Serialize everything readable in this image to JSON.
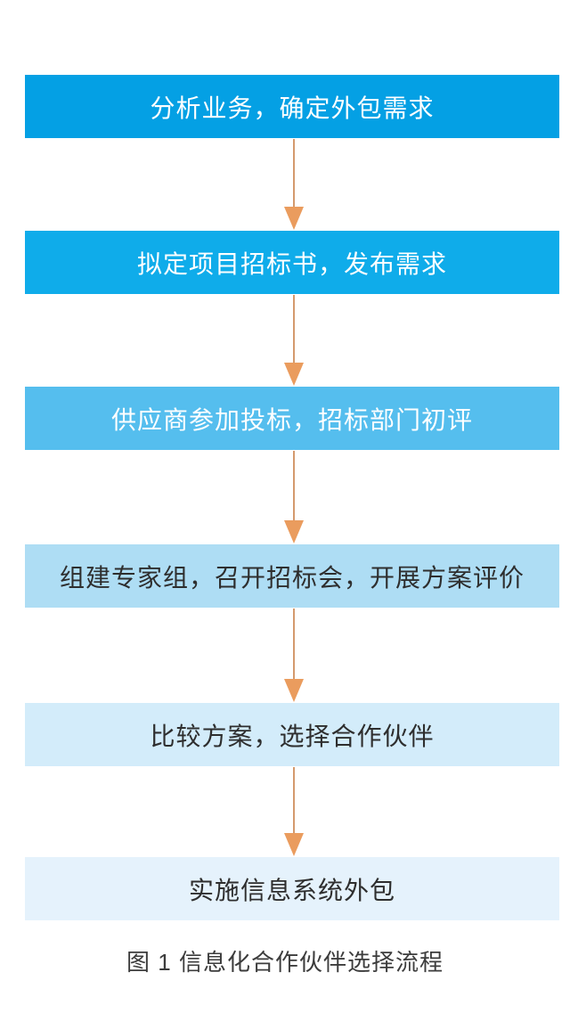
{
  "flowchart": {
    "caption": "图 1  信息化合作伙伴选择流程",
    "steps": [
      {
        "label": "分析业务，确定外包需求",
        "bg": "#04a0e4",
        "text_color": "#ffffff"
      },
      {
        "label": "拟定项目招标书，发布需求",
        "bg": "#0facea",
        "text_color": "#ffffff"
      },
      {
        "label": "供应商参加投标，招标部门初评",
        "bg": "#55beee",
        "text_color": "#ffffff"
      },
      {
        "label": "组建专家组，召开招标会，开展方案评价",
        "bg": "#aeddf4",
        "text_color": "#2e2e2e"
      },
      {
        "label": "比较方案，选择合作伙伴",
        "bg": "#d3ecfa",
        "text_color": "#2e2e2e"
      },
      {
        "label": "实施信息系统外包",
        "bg": "#e5f2fc",
        "text_color": "#2e2e2e"
      }
    ],
    "arrow": {
      "direction": "down",
      "line_color": "#d49a6e",
      "head_color": "#ea9c5e"
    },
    "background_color": "#ffffff"
  }
}
